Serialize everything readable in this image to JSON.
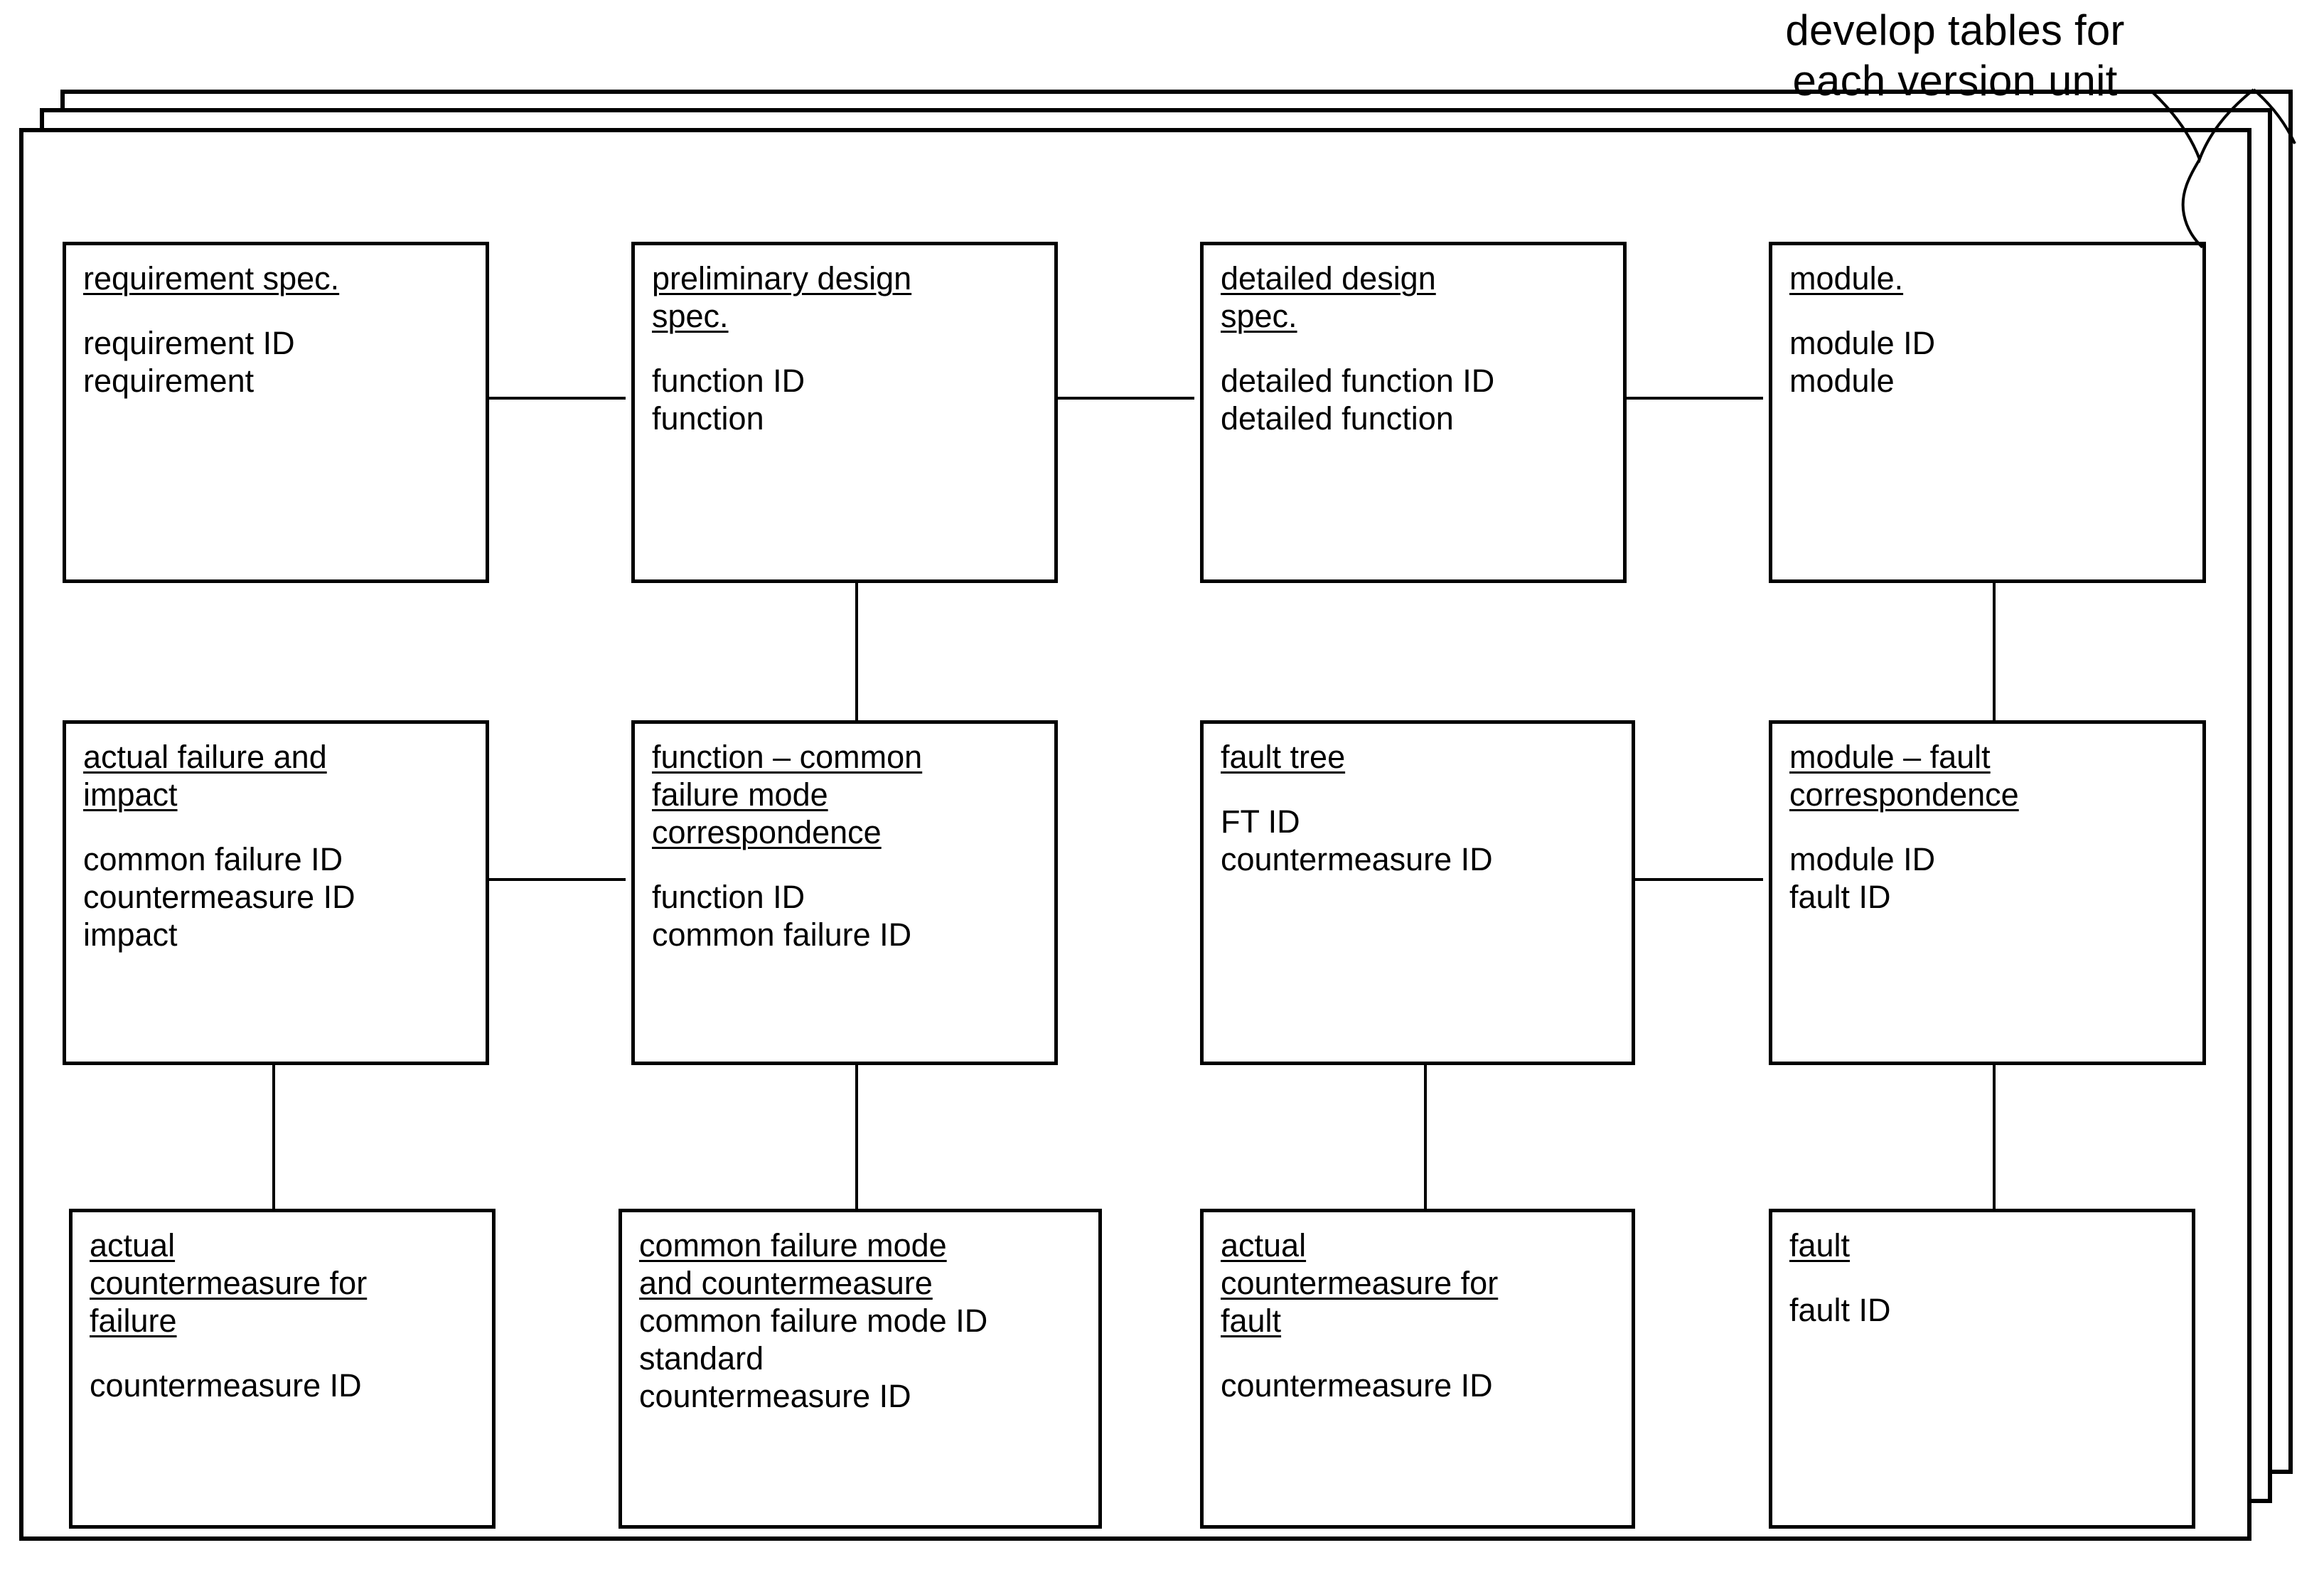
{
  "annotation": {
    "text": "develop tables  for\neach version unit",
    "pointer": "curly-brace-pointer"
  },
  "frames": {
    "count": 3,
    "meaning": "one table set per version unit"
  },
  "diagram": {
    "type": "entity-relationship",
    "entities": [
      {
        "id": "requirement-spec",
        "title_lines": [
          "requirement spec."
        ],
        "spacer": true,
        "fields": [
          "requirement ID",
          "requirement"
        ],
        "row": 1,
        "col": 1
      },
      {
        "id": "preliminary-design-spec",
        "title_lines": [
          "preliminary  design",
          "spec."
        ],
        "spacer": true,
        "fields": [
          "function ID",
          "function"
        ],
        "row": 1,
        "col": 2
      },
      {
        "id": "detailed-design-spec",
        "title_lines": [
          "detailed  design",
          "spec."
        ],
        "spacer": true,
        "fields": [
          "detailed function ID",
          "detailed function"
        ],
        "row": 1,
        "col": 3
      },
      {
        "id": "module",
        "title_lines": [
          "module."
        ],
        "spacer": true,
        "fields": [
          "module ID",
          "module"
        ],
        "row": 1,
        "col": 4
      },
      {
        "id": "actual-failure-and-impact",
        "title_lines": [
          "actual failure and",
          "impact"
        ],
        "spacer": true,
        "fields": [
          "common  failure ID",
          "countermeasure ID",
          "impact"
        ],
        "row": 2,
        "col": 1
      },
      {
        "id": "function-common-failure-mode-correspondence",
        "title_lines": [
          "function – common",
          "failure mode",
          "correspondence"
        ],
        "spacer": true,
        "fields": [
          "function ID",
          "common  failure ID"
        ],
        "row": 2,
        "col": 2
      },
      {
        "id": "fault-tree",
        "title_lines": [
          "fault tree"
        ],
        "spacer": true,
        "fields": [
          "FT ID",
          "countermeasure ID"
        ],
        "row": 2,
        "col": 3
      },
      {
        "id": "module-fault-correspondence",
        "title_lines": [
          "module – fault",
          "correspondence"
        ],
        "spacer": true,
        "fields": [
          "module ID",
          "fault ID"
        ],
        "row": 2,
        "col": 4
      },
      {
        "id": "actual-countermeasure-for-failure",
        "title_lines": [
          "actual",
          "countermeasure for",
          "failure"
        ],
        "spacer": true,
        "fields": [
          "countermeasure ID"
        ],
        "row": 3,
        "col": 1
      },
      {
        "id": "common-failure-mode-and-countermeasure",
        "title_lines": [
          "common  failure mode",
          "and countermeasure"
        ],
        "spacer": false,
        "fields": [
          "common  failure mode ID",
          "standard",
          "countermeasure ID"
        ],
        "row": 3,
        "col": 2
      },
      {
        "id": "actual-countermeasure-for-fault",
        "title_lines": [
          "actual",
          "countermeasure for",
          "fault"
        ],
        "spacer": true,
        "fields": [
          "countermeasure ID"
        ],
        "row": 3,
        "col": 3
      },
      {
        "id": "fault",
        "title_lines": [
          "fault"
        ],
        "spacer": true,
        "fields": [
          "fault ID"
        ],
        "row": 3,
        "col": 4
      }
    ],
    "connections": [
      {
        "from": "requirement-spec",
        "to": "preliminary-design-spec",
        "orientation": "horizontal"
      },
      {
        "from": "preliminary-design-spec",
        "to": "detailed-design-spec",
        "orientation": "horizontal"
      },
      {
        "from": "detailed-design-spec",
        "to": "module",
        "orientation": "horizontal"
      },
      {
        "from": "preliminary-design-spec",
        "to": "function-common-failure-mode-correspondence",
        "orientation": "vertical"
      },
      {
        "from": "module",
        "to": "module-fault-correspondence",
        "orientation": "vertical"
      },
      {
        "from": "actual-failure-and-impact",
        "to": "function-common-failure-mode-correspondence",
        "orientation": "horizontal"
      },
      {
        "from": "fault-tree",
        "to": "module-fault-correspondence",
        "orientation": "horizontal"
      },
      {
        "from": "actual-failure-and-impact",
        "to": "actual-countermeasure-for-failure",
        "orientation": "vertical"
      },
      {
        "from": "function-common-failure-mode-correspondence",
        "to": "common-failure-mode-and-countermeasure",
        "orientation": "vertical"
      },
      {
        "from": "fault-tree",
        "to": "actual-countermeasure-for-fault",
        "orientation": "vertical"
      },
      {
        "from": "module-fault-correspondence",
        "to": "fault",
        "orientation": "vertical"
      }
    ]
  },
  "colors": {
    "line": "#000000",
    "background": "#ffffff"
  }
}
